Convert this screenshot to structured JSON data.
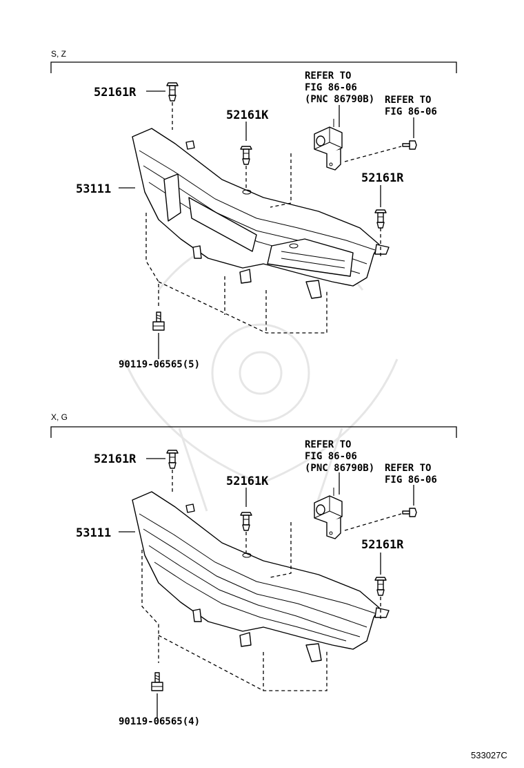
{
  "diagram_code": "533027C",
  "sections": [
    {
      "variant": "S, Z",
      "labels": {
        "clip_left": "52161R",
        "clip_center": "52161K",
        "clip_right": "52161R",
        "grille": "53111",
        "screw": "90119-06565(5)",
        "refer_bracket_1": "REFER TO",
        "refer_bracket_2": "FIG 86-06",
        "refer_bracket_3": "(PNC 86790B)",
        "refer_screw_1": "REFER TO",
        "refer_screw_2": "FIG 86-06"
      }
    },
    {
      "variant": "X, G",
      "labels": {
        "clip_left": "52161R",
        "clip_center": "52161K",
        "clip_right": "52161R",
        "grille": "53111",
        "screw": "90119-06565(4)",
        "refer_bracket_1": "REFER TO",
        "refer_bracket_2": "FIG 86-06",
        "refer_bracket_3": "(PNC 86790B)",
        "refer_screw_1": "REFER TO",
        "refer_screw_2": "FIG 86-06"
      }
    }
  ]
}
